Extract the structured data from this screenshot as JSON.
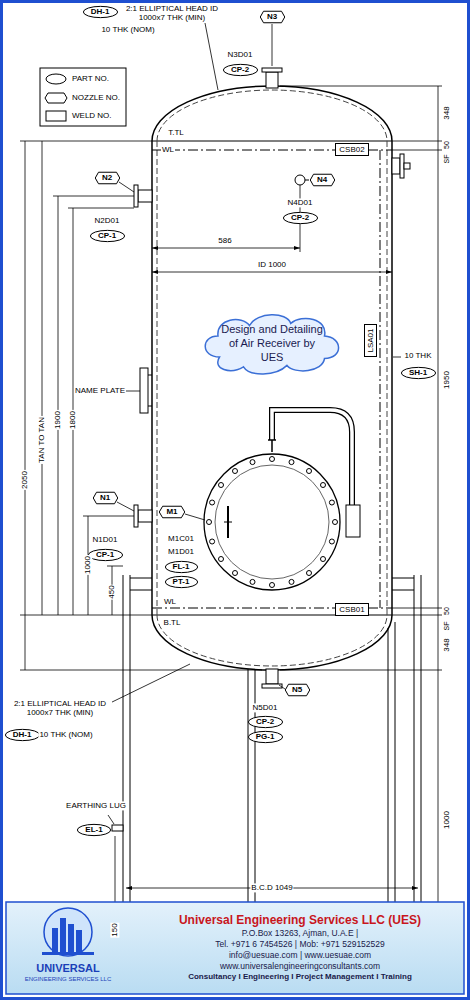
{
  "diagram": {
    "caption": "Design and Detailing of Air Receiver by UES",
    "nodes": [
      {
        "text": [
          "DH-1"
        ]
      },
      {
        "text": [
          "N3"
        ]
      },
      {
        "text": [
          "CP-2"
        ]
      },
      {
        "text": [
          "CSB02"
        ]
      },
      {
        "text": [
          "N2"
        ]
      },
      {
        "text": [
          "CP-1"
        ]
      },
      {
        "text": [
          "N4"
        ]
      },
      {
        "text": [
          "CP-2"
        ]
      },
      {
        "text": [
          "Design and Detailing of Air Receiver by UES"
        ]
      },
      {
        "text": [
          "LSA01"
        ]
      },
      {
        "text": [
          "SH-1"
        ]
      },
      {
        "text": [
          "N1"
        ]
      },
      {
        "text": [
          "CP-1"
        ]
      },
      {
        "text": [
          "M1"
        ]
      },
      {
        "text": [
          "FL-1"
        ]
      },
      {
        "text": [
          "PT-1"
        ]
      },
      {
        "text": [
          "CSB01"
        ]
      },
      {
        "text": [
          "N5"
        ]
      },
      {
        "text": [
          "CP-2"
        ]
      },
      {
        "text": [
          "PG-1"
        ]
      },
      {
        "text": [
          "DH-1"
        ]
      },
      {
        "text": [
          "EL-1"
        ]
      },
      {
        "text": [
          "Universal Engineering Services LLC (UES)",
          "P.O.Box 13263, Ajman, U.A.E |",
          "Tel. +971 6 7454526 | Mob: +971 529152529",
          "info@uesuae.com | www.uesuae.com",
          "www.universalengineeringconsultants.com",
          "Consultancy I Engineering I Project Management I Training"
        ]
      }
    ],
    "labels": [
      "2:1 ELLIPTICAL HEAD ID 1000x7 THK (MIN)",
      "10 THK (NOM)",
      "N3D01",
      "348",
      "50",
      "SF",
      "T.TL",
      "WL",
      "N2D01",
      "N4D01",
      "586",
      "ID 1000",
      "NAME PLATE",
      "2050",
      "TAN TO TAN",
      "1900",
      "1800",
      "1000",
      "450",
      "10 THK",
      "1950",
      "N1D01",
      "M1C01",
      "M1D01",
      "WL",
      "B.TL",
      "50",
      "SF",
      "348",
      "N5D01",
      "1000",
      "2:1 ELLIPTICAL HEAD ID 1000x7 THK (MIN)",
      "10 THK (NOM)",
      "EARTHING LUG",
      "150",
      "B.C.D 1049",
      "UNIVERSAL",
      "ENGINEERING SERVICES LLC"
    ],
    "legend": [
      {
        "text": "PART NO."
      },
      {
        "text": "NOZZLE NO."
      },
      {
        "text": "WELD NO."
      }
    ]
  }
}
